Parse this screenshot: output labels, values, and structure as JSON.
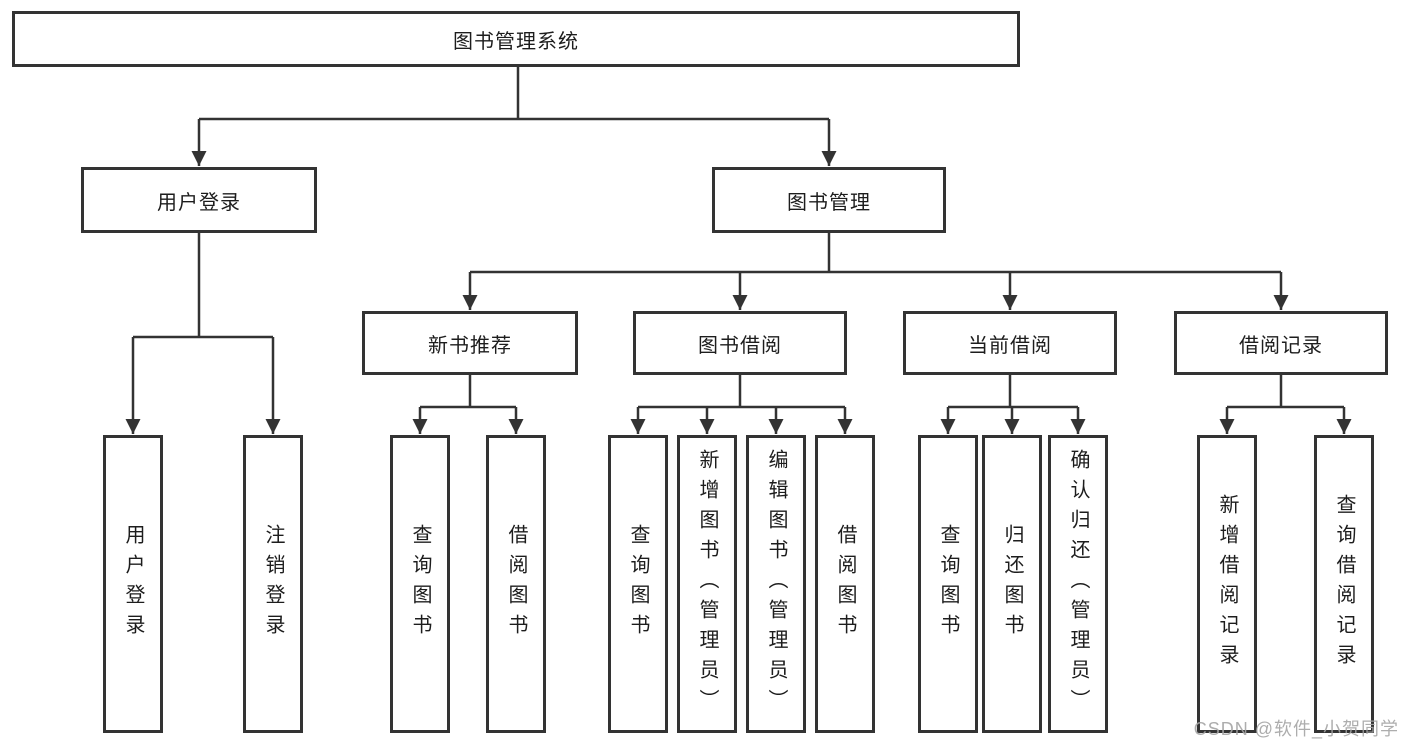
{
  "diagram": {
    "root": {
      "label": "图书管理系统"
    },
    "level2": {
      "user_login": {
        "label": "用户登录"
      },
      "book_management": {
        "label": "图书管理"
      }
    },
    "user_login_children": [
      {
        "label": "用户登录"
      },
      {
        "label": "注销登录"
      }
    ],
    "level3": [
      {
        "label": "新书推荐"
      },
      {
        "label": "图书借阅"
      },
      {
        "label": "当前借阅"
      },
      {
        "label": "借阅记录"
      }
    ],
    "new_book_children": [
      {
        "label": "查询图书"
      },
      {
        "label": "借阅图书"
      }
    ],
    "book_borrow_children": [
      {
        "label": "查询图书"
      },
      {
        "label": "新增图书（管理员）"
      },
      {
        "label": "编辑图书（管理员）"
      },
      {
        "label": "借阅图书"
      }
    ],
    "current_borrow_children": [
      {
        "label": "查询图书"
      },
      {
        "label": "归还图书"
      },
      {
        "label": "确认归还（管理员）"
      }
    ],
    "borrow_record_children": [
      {
        "label": "新增借阅记录"
      },
      {
        "label": "查询借阅记录"
      }
    ]
  },
  "watermark": {
    "text": "CSDN @软件_小贺同学"
  },
  "colors": {
    "line": "#333333",
    "text": "#1d1d1d",
    "watermark": "#a5a5a5",
    "background": "#ffffff"
  }
}
